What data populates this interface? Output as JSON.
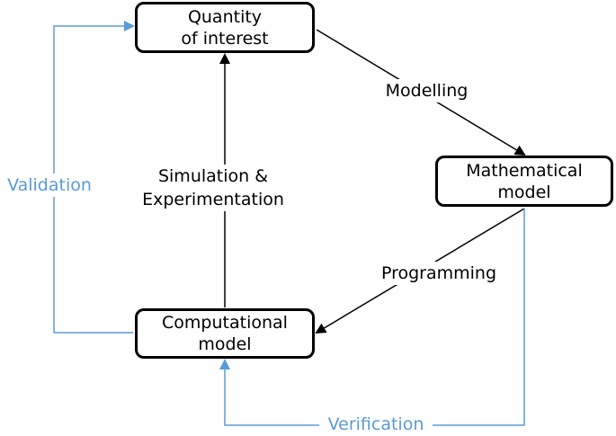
{
  "colors": {
    "stroke": "#000000",
    "accent": "#5b9bd5"
  },
  "nodes": {
    "quantity_of_interest": "Quantity\nof interest",
    "mathematical_model": "Mathematical\nmodel",
    "computational_model": "Computational\nmodel"
  },
  "edges": {
    "modelling": "Modelling",
    "programming": "Programming",
    "simulation_experimentation": "Simulation  &\nExperimentation",
    "validation": "Validation",
    "verification": "Verification"
  }
}
